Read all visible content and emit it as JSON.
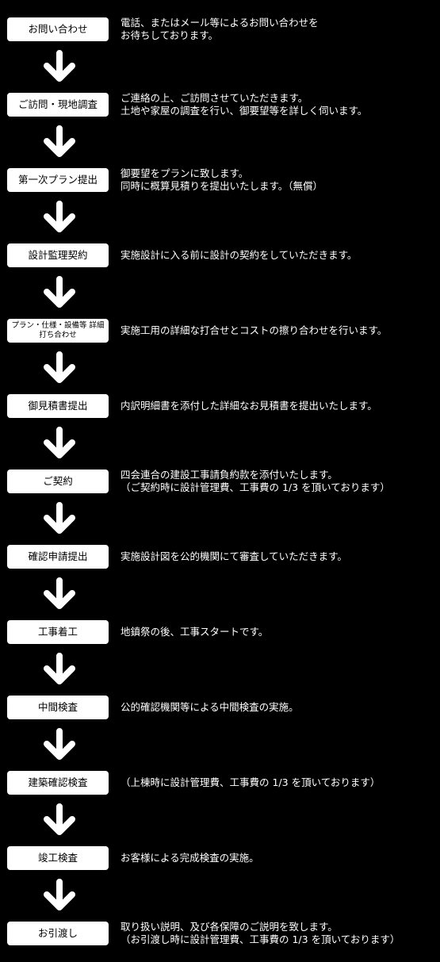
{
  "colors": {
    "background": "#000000",
    "box": "#ffffff",
    "box_text": "#000000",
    "desc_text": "#ffffff",
    "arrow": "#ffffff"
  },
  "arrow_icon": "arrow-down-icon",
  "steps": [
    {
      "label": "お問い合わせ",
      "desc": [
        "電話、またはメール等によるお問い合わせを",
        "お待ちしております。"
      ]
    },
    {
      "label": "ご訪問・現地調査",
      "desc": [
        "ご連絡の上、ご訪問させていただきます。",
        "土地や家屋の調査を行い、御要望等を詳しく伺います。"
      ]
    },
    {
      "label": "第一次プラン提出",
      "desc": [
        "御要望をプランに致します。",
        "同時に概算見積りを提出いたします。（無償）"
      ]
    },
    {
      "label": "設計監理契約",
      "desc": [
        "実施設計に入る前に設計の契約をしていただきます。"
      ]
    },
    {
      "label": "プラン・仕様・設備等 詳細打ち合わせ",
      "desc": [
        "実施工用の詳細な打合せとコストの擦り合わせを行います。"
      ]
    },
    {
      "label": "御見積書提出",
      "desc": [
        "内訳明細書を添付した詳細なお見積書を提出いたします。"
      ]
    },
    {
      "label": "ご契約",
      "desc": [
        "四会連合の建設工事請負約款を添付いたします。",
        "（ご契約時に設計管理費、工事費の 1/3 を頂いております）"
      ]
    },
    {
      "label": "確認申請提出",
      "desc": [
        "実施設計図を公的機関にて審査していただきます。"
      ]
    },
    {
      "label": "工事着工",
      "desc": [
        "地鎮祭の後、工事スタートです。"
      ]
    },
    {
      "label": "中間検査",
      "desc": [
        "公的確認機関等による中間検査の実施。"
      ]
    },
    {
      "label": "建築確認検査",
      "desc": [
        "（上棟時に設計管理費、工事費の 1/3 を頂いております）"
      ]
    },
    {
      "label": "竣工検査",
      "desc": [
        "お客様による完成検査の実施。"
      ]
    },
    {
      "label": "お引渡し",
      "desc": [
        "取り扱い説明、及び各保障のご説明を致します。",
        "（お引渡し時に設計管理費、工事費の 1/3 を頂いております）"
      ]
    }
  ]
}
